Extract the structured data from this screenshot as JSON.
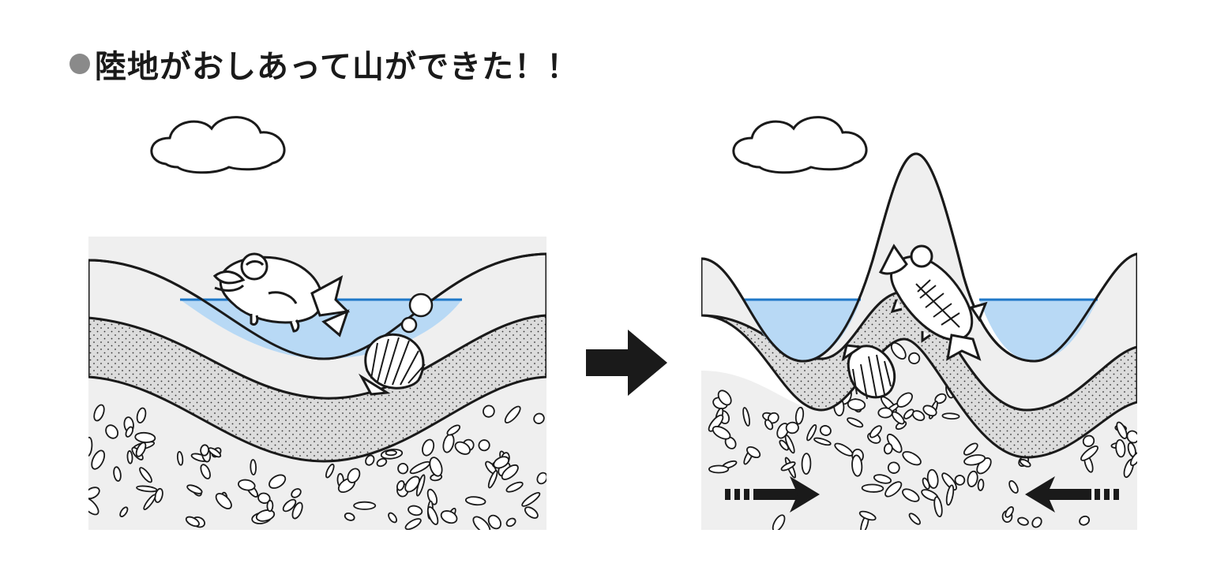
{
  "title": "陸地がおしあって山ができた！！",
  "panels": [
    {
      "id": "before",
      "description_icons": [
        "cloud-icon",
        "fish-icon",
        "scallop-shell-icon",
        "bubbles-icon"
      ]
    },
    {
      "id": "after",
      "description_icons": [
        "cloud-icon",
        "fish-fossil-icon",
        "scallop-shell-icon",
        "push-arrow-right-icon",
        "push-arrow-left-icon"
      ]
    }
  ],
  "colors": {
    "sea": "#b8d9f5",
    "sea_line": "#1f78c8",
    "layer_light": "#efefef",
    "layer_dotted": "#dcdcdc",
    "outline": "#1a1a1a",
    "bullet": "#8a8a8a"
  }
}
